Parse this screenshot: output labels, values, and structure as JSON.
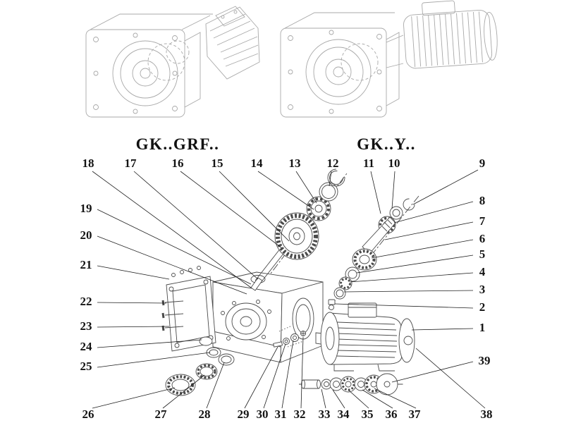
{
  "page": {
    "background": "#ffffff"
  },
  "variants": [
    {
      "id": "grf",
      "label": "GK..GRF.."
    },
    {
      "id": "y",
      "label": "GK..Y.."
    }
  ],
  "callouts": {
    "top": [
      "18",
      "17",
      "16",
      "15",
      "14",
      "13",
      "12",
      "11",
      "10",
      "9"
    ],
    "left": [
      "19",
      "20",
      "21",
      "22",
      "23",
      "24",
      "25"
    ],
    "right": [
      "8",
      "7",
      "6",
      "5",
      "4",
      "3",
      "2",
      "1",
      "39"
    ],
    "bottom": [
      "26",
      "27",
      "28",
      "29",
      "30",
      "31",
      "32",
      "33",
      "34",
      "35",
      "36",
      "37",
      "38"
    ]
  },
  "colors": {
    "faded_line_art": "#a8a8a8",
    "exploded_line_art": "#4a4a4a",
    "leader_line": "#1f1f1f",
    "label_text": "#141414"
  }
}
